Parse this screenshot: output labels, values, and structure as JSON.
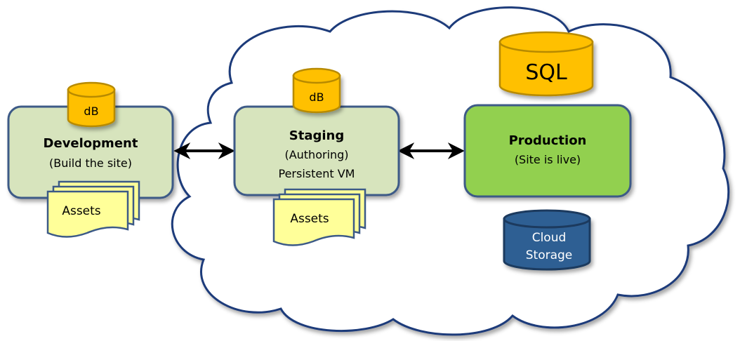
{
  "development": {
    "title": "Development",
    "subtitle": "(Build the site)",
    "db_label": "dB",
    "assets_label": "Assets"
  },
  "staging": {
    "title": "Staging",
    "line2": "(Authoring)",
    "line3": "Persistent VM",
    "db_label": "dB",
    "assets_label": "Assets"
  },
  "production": {
    "title": "Production",
    "subtitle": "(Site is live)"
  },
  "sql": {
    "label": "SQL"
  },
  "cloud_storage": {
    "line1": "Cloud",
    "line2": "Storage"
  },
  "colors": {
    "cloud_outline": "#1f3a7a",
    "box_border": "#3c5a87",
    "dev_fill": "#d7e4bd",
    "staging_fill": "#d7e4bd",
    "production_fill": "#92d050",
    "db_fill": "#ffc000",
    "db_border": "#b78a00",
    "asset_fill": "#ffff99",
    "asset_border": "#3c5a87",
    "storage_fill": "#2e5f93",
    "storage_border": "#1c3a5e",
    "arrow": "#000000"
  }
}
